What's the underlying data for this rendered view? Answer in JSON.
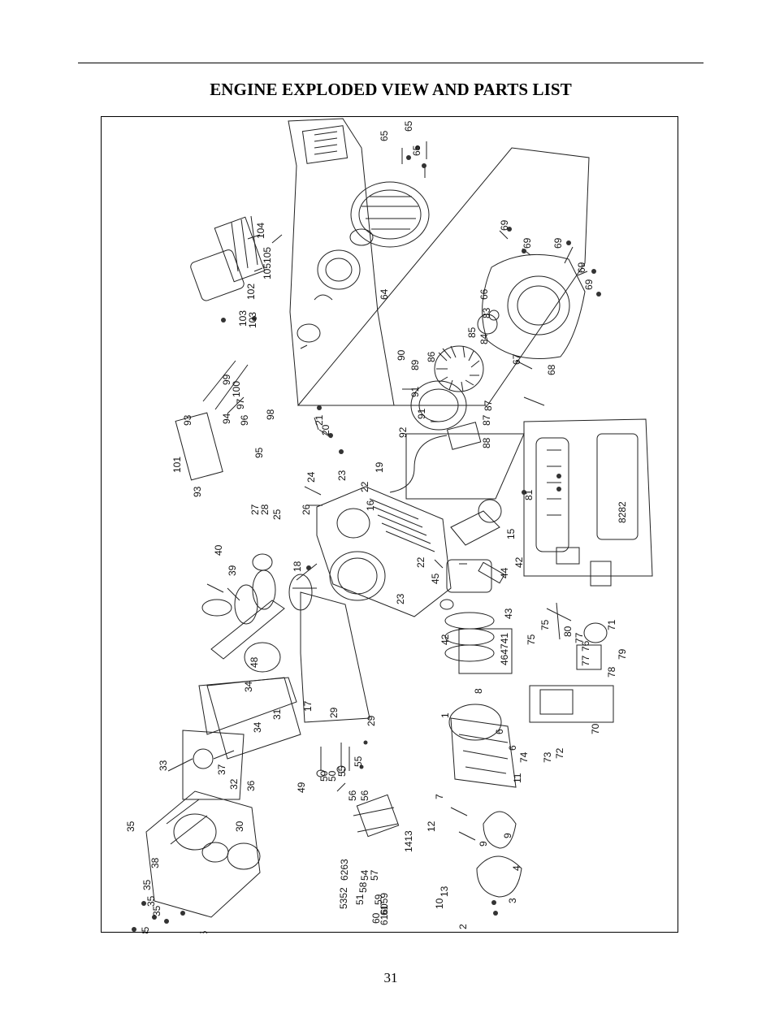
{
  "header": {
    "title": "ENGINE EXPLODED VIEW AND PARTS LIST"
  },
  "diagram": {
    "part_labels": [
      {
        "text": "65"
      },
      {
        "text": "65"
      },
      {
        "text": "65"
      },
      {
        "text": "64"
      },
      {
        "text": "104"
      },
      {
        "text": "105105"
      },
      {
        "text": "102"
      },
      {
        "text": "103"
      },
      {
        "text": "103"
      },
      {
        "text": "69"
      },
      {
        "text": "69"
      },
      {
        "text": "69"
      },
      {
        "text": "69"
      },
      {
        "text": "69"
      },
      {
        "text": "66"
      },
      {
        "text": "85"
      },
      {
        "text": "84"
      },
      {
        "text": "83"
      },
      {
        "text": "86"
      },
      {
        "text": "90"
      },
      {
        "text": "89"
      },
      {
        "text": "67"
      },
      {
        "text": "68"
      },
      {
        "text": "99"
      },
      {
        "text": "100"
      },
      {
        "text": "97"
      },
      {
        "text": "98"
      },
      {
        "text": "96"
      },
      {
        "text": "94"
      },
      {
        "text": "95"
      },
      {
        "text": "93"
      },
      {
        "text": "101"
      },
      {
        "text": "93"
      },
      {
        "text": "91"
      },
      {
        "text": "87"
      },
      {
        "text": "92"
      },
      {
        "text": "91"
      },
      {
        "text": "87"
      },
      {
        "text": "88"
      },
      {
        "text": "21"
      },
      {
        "text": "20"
      },
      {
        "text": "24"
      },
      {
        "text": "23"
      },
      {
        "text": "19"
      },
      {
        "text": "22"
      },
      {
        "text": "16"
      },
      {
        "text": "81"
      },
      {
        "text": "8282"
      },
      {
        "text": "27"
      },
      {
        "text": "28"
      },
      {
        "text": "25"
      },
      {
        "text": "26"
      },
      {
        "text": "15"
      },
      {
        "text": "40"
      },
      {
        "text": "39"
      },
      {
        "text": "18"
      },
      {
        "text": "22"
      },
      {
        "text": "45"
      },
      {
        "text": "42"
      },
      {
        "text": "44"
      },
      {
        "text": "23"
      },
      {
        "text": "43"
      },
      {
        "text": "42"
      },
      {
        "text": "464741"
      },
      {
        "text": "48"
      },
      {
        "text": "75"
      },
      {
        "text": "75"
      },
      {
        "text": "80"
      },
      {
        "text": "77"
      },
      {
        "text": "71"
      },
      {
        "text": "76"
      },
      {
        "text": "77"
      },
      {
        "text": "78"
      },
      {
        "text": "79"
      },
      {
        "text": "34"
      },
      {
        "text": "34"
      },
      {
        "text": "31"
      },
      {
        "text": "17"
      },
      {
        "text": "29"
      },
      {
        "text": "29"
      },
      {
        "text": "8"
      },
      {
        "text": "1"
      },
      {
        "text": "6"
      },
      {
        "text": "6"
      },
      {
        "text": "70"
      },
      {
        "text": "74"
      },
      {
        "text": "73"
      },
      {
        "text": "72"
      },
      {
        "text": "33"
      },
      {
        "text": "37"
      },
      {
        "text": "49"
      },
      {
        "text": "50"
      },
      {
        "text": "50"
      },
      {
        "text": "55"
      },
      {
        "text": "55"
      },
      {
        "text": "56"
      },
      {
        "text": "56"
      },
      {
        "text": "11"
      },
      {
        "text": "7"
      },
      {
        "text": "12"
      },
      {
        "text": "1413"
      },
      {
        "text": "9"
      },
      {
        "text": "9"
      },
      {
        "text": "4"
      },
      {
        "text": "6263"
      },
      {
        "text": "54"
      },
      {
        "text": "57"
      },
      {
        "text": "58"
      },
      {
        "text": "5352"
      },
      {
        "text": "51"
      },
      {
        "text": "59"
      },
      {
        "text": "616059"
      },
      {
        "text": "60"
      },
      {
        "text": "61"
      },
      {
        "text": "10"
      },
      {
        "text": "13"
      },
      {
        "text": "3"
      },
      {
        "text": "2"
      },
      {
        "text": "5"
      },
      {
        "text": "35"
      },
      {
        "text": "38"
      },
      {
        "text": "35"
      },
      {
        "text": "35"
      },
      {
        "text": "35"
      },
      {
        "text": "35"
      },
      {
        "text": "35"
      },
      {
        "text": "32"
      },
      {
        "text": "36"
      },
      {
        "text": "30"
      }
    ]
  },
  "footer": {
    "page_number": "31"
  }
}
